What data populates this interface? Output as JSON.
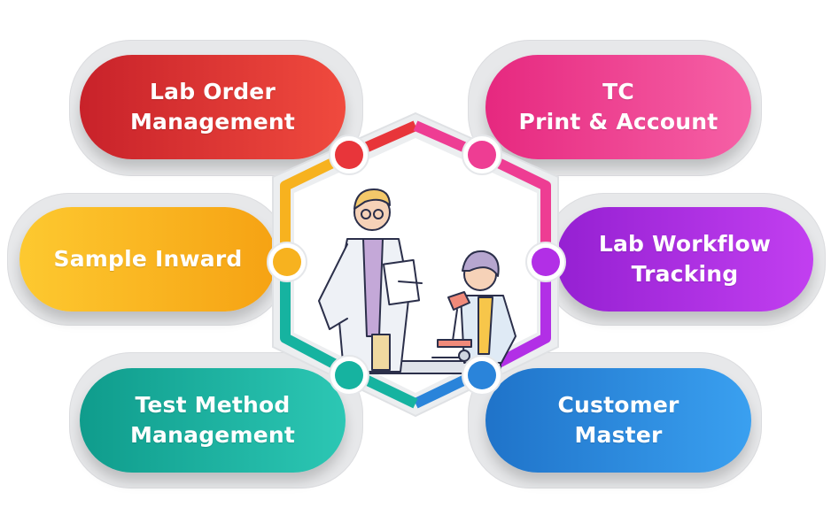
{
  "modules": [
    {
      "id": "lab-order-management",
      "lines": [
        "Lab Order",
        "Management"
      ],
      "color_from": "#c8222a",
      "color_to": "#f04a3e",
      "node_color": "#e8353a"
    },
    {
      "id": "tc-print-account",
      "lines": [
        "TC",
        "Print & Account"
      ],
      "color_from": "#e6287f",
      "color_to": "#f661a6",
      "node_color": "#ee3d93"
    },
    {
      "id": "sample-inward",
      "lines": [
        "Sample Inward"
      ],
      "color_from": "#f6a213",
      "color_to": "#fdc930",
      "node_color": "#f7b21f"
    },
    {
      "id": "lab-workflow-tracking",
      "lines": [
        "Lab Workflow",
        "Tracking"
      ],
      "color_from": "#9520d2",
      "color_to": "#c23ff0",
      "node_color": "#b22fe6"
    },
    {
      "id": "test-method-management",
      "lines": [
        "Test Method",
        "Management"
      ],
      "color_from": "#0f9c8c",
      "color_to": "#2cc7b4",
      "node_color": "#16b3a0"
    },
    {
      "id": "customer-master",
      "lines": [
        "Customer",
        "Master"
      ],
      "color_from": "#1f73c9",
      "color_to": "#3aa0f0",
      "node_color": "#2a84da"
    }
  ],
  "hub": {
    "illustration": "lab-scientists-illustration",
    "ring_colors": [
      "#e8353a",
      "#ee3d93",
      "#b22fe6",
      "#2a84da",
      "#16b3a0",
      "#f7b21f"
    ]
  }
}
